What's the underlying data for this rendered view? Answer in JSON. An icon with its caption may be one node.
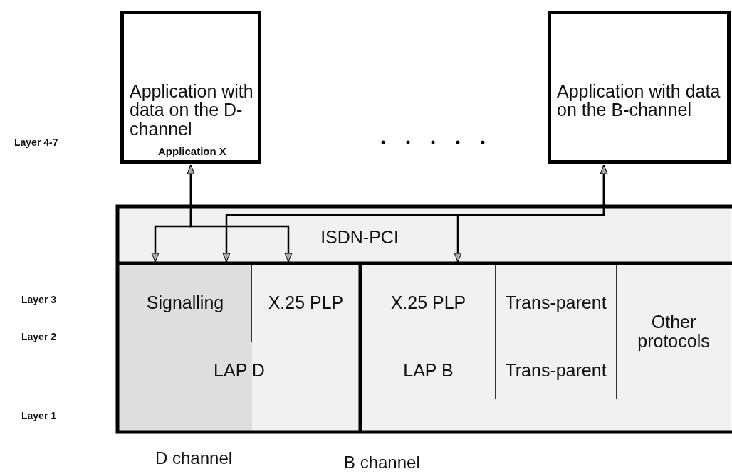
{
  "diagram": {
    "nodes": [
      {
        "text": [
          "Application with data on the D-channel",
          "Application X"
        ]
      },
      {
        "text": [
          "Application with data on the B-channel"
        ]
      },
      {
        "text": [
          "ISDN-PCI"
        ]
      },
      {
        "text": [
          "Signalling"
        ]
      },
      {
        "text": [
          "X.25 PLP"
        ]
      },
      {
        "text": [
          "X.25 PLP"
        ]
      },
      {
        "text": [
          "Trans-parent"
        ]
      },
      {
        "text": [
          "Other protocols"
        ]
      },
      {
        "text": [
          "LAP D"
        ]
      },
      {
        "text": [
          "LAP B"
        ]
      },
      {
        "text": [
          "Trans-parent"
        ]
      },
      {
        "text": [],
        "shape": "box"
      },
      {
        "text": [],
        "shape": "box"
      }
    ],
    "edges": [
      {
        "from": 0,
        "to": 3,
        "arrow": "both"
      },
      {
        "from": 0,
        "to": 4,
        "arrow": "both"
      },
      {
        "from": 1,
        "to": 3,
        "arrow": "both"
      },
      {
        "from": 1,
        "to": 5,
        "arrow": "both"
      }
    ],
    "labels": [
      "Layer 4-7",
      "Layer 3",
      "Layer 2",
      "Layer 1",
      "D channel",
      "B channel"
    ]
  }
}
